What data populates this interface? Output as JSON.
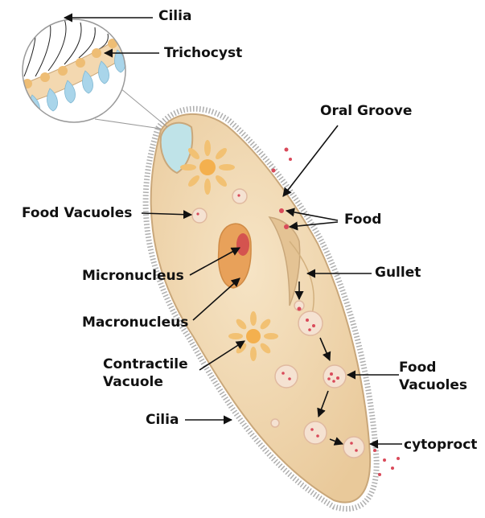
{
  "colors": {
    "body_fill": "#f1d9b3",
    "body_edge": "#c9a77a",
    "cilia": "#8a8a8a",
    "arrow": "#111111",
    "nucleus": "#e3a25c",
    "micronucleus": "#d2554e",
    "vacuole": "#f5e2d2",
    "food_dot": "#d94a5a",
    "contractile": "#f0b45a",
    "trichocyst": "#a9d5ea"
  },
  "labels": {
    "cilia_top": "Cilia",
    "trichocyst": "Trichocyst",
    "oral_groove": "Oral Groove",
    "food_vacuoles_left": "Food Vacuoles",
    "food": "Food",
    "gullet": "Gullet",
    "micronucleus": "Micronucleus",
    "macronucleus": "Macronucleus",
    "contractile_vacuole": "Contractile\nVacuole",
    "food_vacuoles_right": "Food\nVacuoles",
    "cilia_bottom": "Cilia",
    "cytoproct": "cytoproct"
  }
}
